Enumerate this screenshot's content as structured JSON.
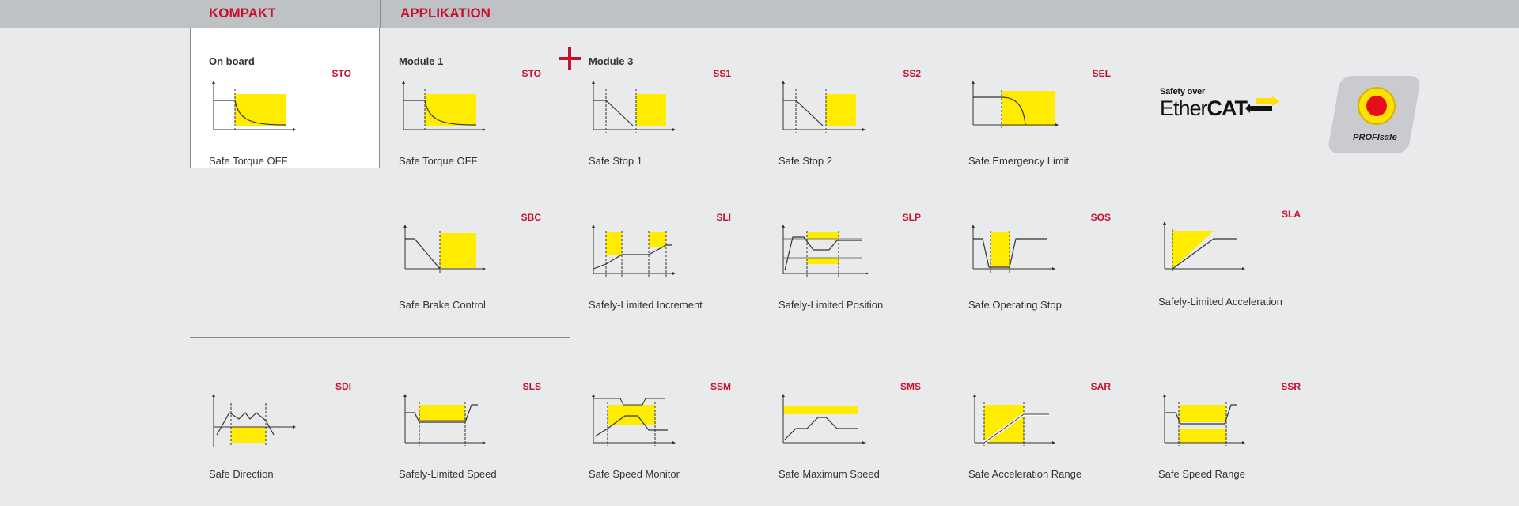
{
  "header": {
    "kompakt": "KOMPAKT",
    "applikation": "APPLIKATION"
  },
  "colors": {
    "accent": "#c8102e",
    "highlight": "#ffec00",
    "line": "#333333"
  },
  "cells": {
    "sto_onboard": {
      "head": "On board",
      "abbr": "STO",
      "label": "Safe Torque OFF"
    },
    "sto_mod1": {
      "head": "Module 1",
      "abbr": "STO",
      "label": "Safe Torque OFF"
    },
    "ss1": {
      "head": "Module 3",
      "abbr": "SS1",
      "label": "Safe Stop 1"
    },
    "ss2": {
      "abbr": "SS2",
      "label": "Safe Stop 2"
    },
    "sel": {
      "abbr": "SEL",
      "label": "Safe Emergency Limit"
    },
    "sbc": {
      "abbr": "SBC",
      "label": "Safe Brake Control"
    },
    "sli": {
      "abbr": "SLI",
      "label": "Safely-Limited Increment"
    },
    "slp": {
      "abbr": "SLP",
      "label": "Safely-Limited Position"
    },
    "sos": {
      "abbr": "SOS",
      "label": "Safe Operating Stop"
    },
    "sla": {
      "abbr": "SLA",
      "label": "Safely-Limited Acceleration"
    },
    "sdi": {
      "abbr": "SDI",
      "label": "Safe Direction"
    },
    "sls": {
      "abbr": "SLS",
      "label": "Safely-Limited Speed"
    },
    "ssm": {
      "abbr": "SSM",
      "label": "Safe Speed Monitor"
    },
    "sms": {
      "abbr": "SMS",
      "label": "Safe Maximum Speed"
    },
    "sar": {
      "abbr": "SAR",
      "label": "Safe Acceleration Range"
    },
    "ssr": {
      "abbr": "SSR",
      "label": "Safe Speed Range"
    }
  },
  "logos": {
    "ethercat_small": "Safety over",
    "ethercat_big_a": "Ether",
    "ethercat_big_b": "CAT",
    "profisafe": "PROFIsafe"
  }
}
